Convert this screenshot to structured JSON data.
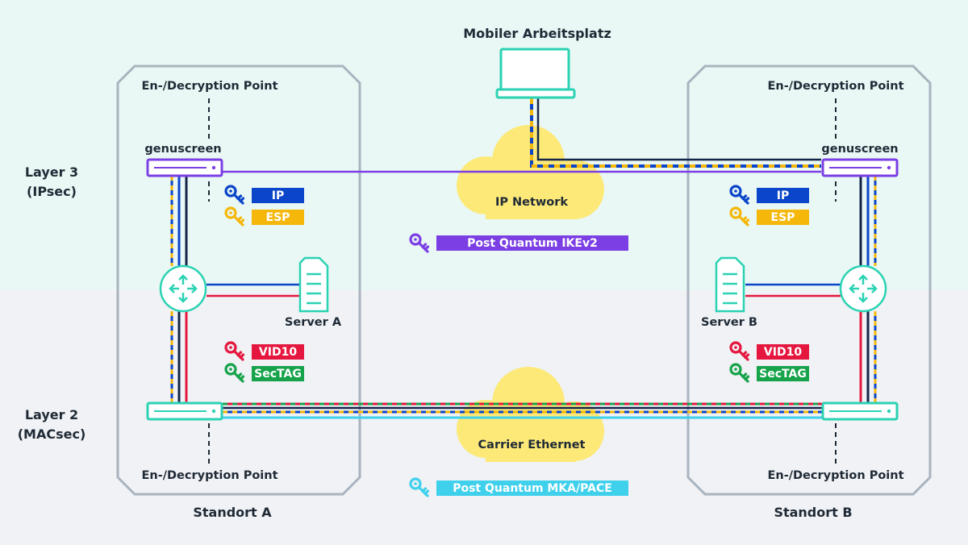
{
  "colors": {
    "bg_top": "#e9f8f5",
    "bg_bottom": "#f0f2f5",
    "site_border": "#a9b3bf",
    "teal": "#2bd2b3",
    "purple": "#7b3fe4",
    "blue": "#0b45c9",
    "yellow": "#f4b70a",
    "red": "#e5173f",
    "green": "#16a34a",
    "cyan": "#3fd0ec",
    "navy": "#15254a",
    "cloud": "#fde978"
  },
  "labels": {
    "mobile": "Mobiler Arbeitsplatz",
    "layer3": "Layer 3",
    "layer3_sub": "(IPsec)",
    "layer2": "Layer 2",
    "layer2_sub": "(MACsec)",
    "cloud_ip": "IP Network",
    "cloud_eth": "Carrier Ethernet",
    "site_a": "Standort A",
    "site_b": "Standort B",
    "edp_a_top": "En-/Decryption Point",
    "edp_a_bottom": "En-/Decryption Point",
    "edp_b_top": "En-/Decryption Point",
    "edp_b_bottom": "En-/Decryption Point",
    "genuscreen_a": "genuscreen",
    "genuscreen_b": "genuscreen",
    "server_a": "Server A",
    "server_b": "Server B"
  },
  "tags": {
    "ip": "IP",
    "esp": "ESP",
    "vid": "VID10",
    "sectag": "SecTAG",
    "pq_ike": "Post Quantum IKEv2",
    "pq_mka": "Post Quantum MKA/PACE"
  },
  "icons": {
    "laptop": "laptop-icon",
    "router": "router-icon",
    "server": "server-icon",
    "key": "key-icon",
    "cloud": "cloud-icon",
    "appliance": "network-appliance-icon"
  }
}
